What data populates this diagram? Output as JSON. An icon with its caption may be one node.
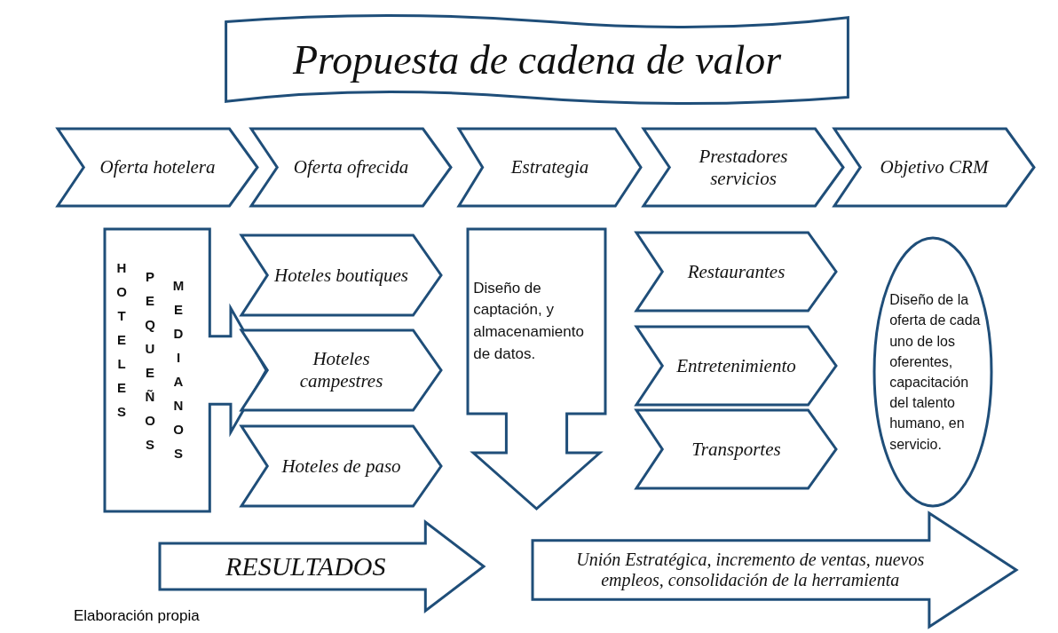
{
  "diagram": {
    "nodes": [
      {
        "text": [
          "Propuesta de cadena de valor"
        ]
      },
      {
        "text": [
          "Oferta hotelera"
        ]
      },
      {
        "text": [
          "Oferta ofrecida"
        ]
      },
      {
        "text": [
          "Estrategia"
        ]
      },
      {
        "text": [
          "Prestadores servicios"
        ]
      },
      {
        "text": [
          "Objetivo CRM"
        ]
      },
      {
        "text": [
          "HOTELES",
          "PEQUEÑOS",
          "MEDIANOS"
        ]
      },
      {
        "text": [
          "Hoteles boutiques"
        ]
      },
      {
        "text": [
          "Hoteles campestres"
        ]
      },
      {
        "text": [
          "Hoteles de paso"
        ]
      },
      {
        "text": [
          "Diseño de captación, y almacenamiento de datos."
        ]
      },
      {
        "text": [
          "Restaurantes"
        ]
      },
      {
        "text": [
          "Entretenimiento"
        ]
      },
      {
        "text": [
          "Transportes"
        ]
      },
      {
        "text": [
          "Diseño de la oferta de cada uno de los oferentes, capacitación del talento humano, en servicio."
        ]
      },
      {
        "text": [
          "RESULTADOS"
        ]
      },
      {
        "text": [
          "Unión Estratégica, incremento de ventas, nuevos empleos, consolidación de la herramienta"
        ]
      }
    ],
    "caption": "Elaboración propia"
  }
}
